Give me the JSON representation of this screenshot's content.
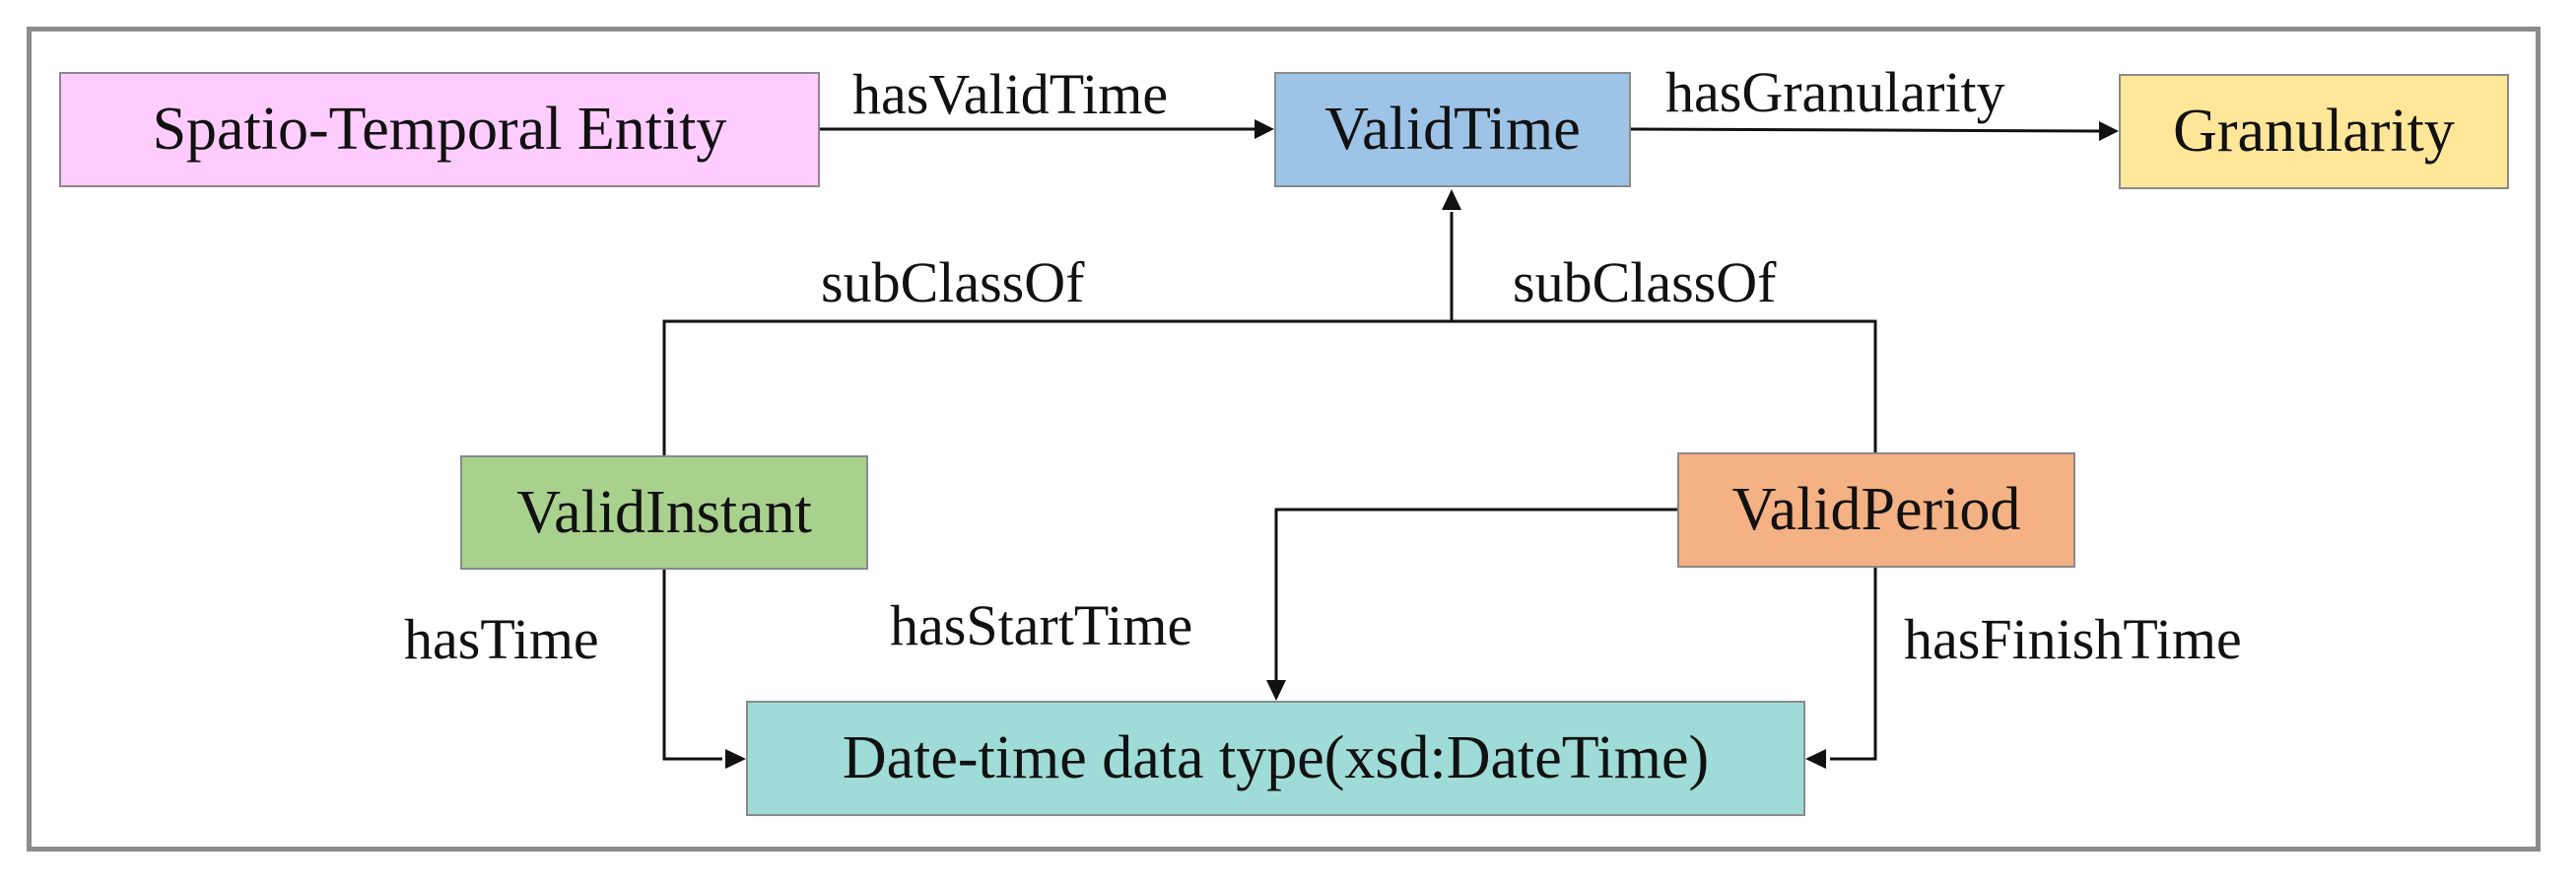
{
  "nodes": {
    "entity": {
      "label": "Spatio-Temporal Entity",
      "color": "#ffccff"
    },
    "valid_time": {
      "label": "ValidTime",
      "color": "#9dc3e6"
    },
    "granularity": {
      "label": "Granularity",
      "color": "#ffe699"
    },
    "valid_instant": {
      "label": "ValidInstant",
      "color": "#a9d18e"
    },
    "valid_period": {
      "label": "ValidPeriod",
      "color": "#f4b183"
    },
    "datetime": {
      "label": "Date-time data type(xsd:DateTime)",
      "color": "#9fdcd8"
    }
  },
  "edges": {
    "has_valid_time": "hasValidTime",
    "has_granularity": "hasGranularity",
    "subclass_left": "subClassOf",
    "subclass_right": "subClassOf",
    "has_time": "hasTime",
    "has_start_time": "hasStartTime",
    "has_finish_time": "hasFinishTime"
  }
}
